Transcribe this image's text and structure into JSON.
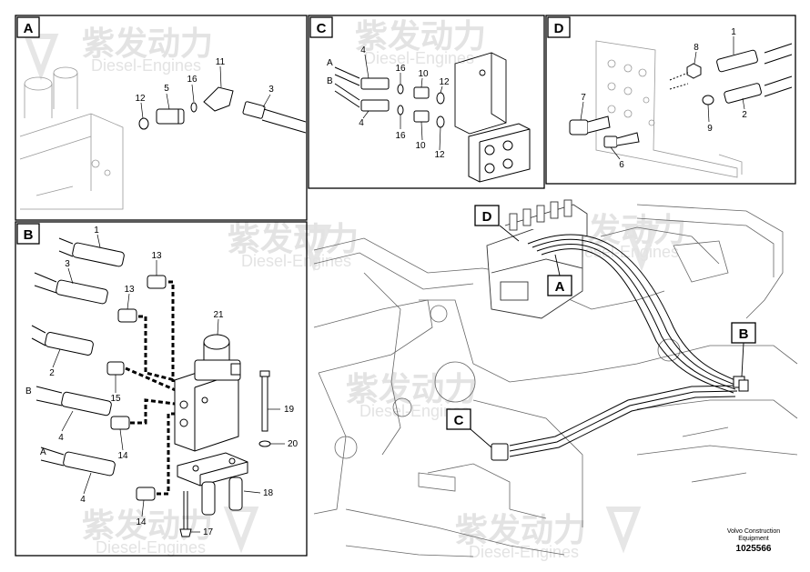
{
  "panels": {
    "a": {
      "tag": "A",
      "callouts": {
        "c12": "12",
        "c5": "5",
        "c16": "16",
        "c11": "11",
        "c3": "3"
      }
    },
    "b": {
      "tag": "B",
      "port_b": "B",
      "port_a": "A",
      "callouts": {
        "c1": "1",
        "c3": "3",
        "c2": "2",
        "c4a": "4",
        "c4b": "4",
        "c13a": "13",
        "c13b": "13",
        "c15": "15",
        "c14a": "14",
        "c14b": "14",
        "c21": "21",
        "c19": "19",
        "c20": "20",
        "c18": "18",
        "c17": "17"
      }
    },
    "c": {
      "tag": "C",
      "port_a": "A",
      "port_b": "B",
      "callouts": {
        "c4a": "4",
        "c4b": "4",
        "c16a": "16",
        "c16b": "16",
        "c10a": "10",
        "c10b": "10",
        "c12a": "12",
        "c12b": "12"
      }
    },
    "d": {
      "tag": "D",
      "callouts": {
        "c8": "8",
        "c1": "1",
        "c7": "7",
        "c9": "9",
        "c2": "2",
        "c6": "6"
      }
    }
  },
  "overview": {
    "tag_a": "A",
    "tag_b": "B",
    "tag_c": "C",
    "tag_d": "D"
  },
  "watermark": {
    "cn": "紫发动力",
    "en": "Diesel-Engines"
  },
  "footer": {
    "company_line1": "Volvo Construction",
    "company_line2": "Equipment",
    "drawing_number": "1025566"
  },
  "colors": {
    "line": "#000000",
    "watermark": "#e3e3e3",
    "drawing": "#555555"
  }
}
